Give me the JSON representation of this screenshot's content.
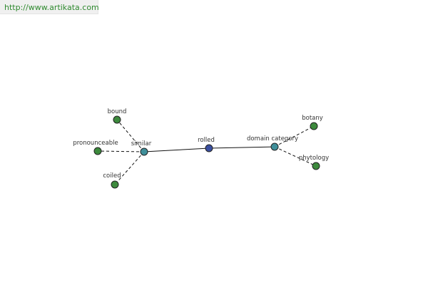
{
  "url": "http://www.artikata.com",
  "colors": {
    "center": "#3a4fa0",
    "hub": "#3f8f9a",
    "leaf": "#3d8a3d"
  },
  "nodes": [
    {
      "id": "rolled",
      "label": "rolled",
      "kind": "center"
    },
    {
      "id": "similar",
      "label": "similar",
      "kind": "hub"
    },
    {
      "id": "domain-category",
      "label": "domain category",
      "kind": "hub"
    },
    {
      "id": "bound",
      "label": "bound",
      "kind": "leaf"
    },
    {
      "id": "pronounceable",
      "label": "pronounceable",
      "kind": "leaf"
    },
    {
      "id": "coiled",
      "label": "coiled",
      "kind": "leaf"
    },
    {
      "id": "botany",
      "label": "botany",
      "kind": "leaf"
    },
    {
      "id": "phytology",
      "label": "phytology",
      "kind": "leaf"
    }
  ],
  "edges": [
    {
      "from": "rolled",
      "to": "similar",
      "style": "solid"
    },
    {
      "from": "rolled",
      "to": "domain-category",
      "style": "solid"
    },
    {
      "from": "similar",
      "to": "bound",
      "style": "dashed"
    },
    {
      "from": "similar",
      "to": "pronounceable",
      "style": "dashed"
    },
    {
      "from": "similar",
      "to": "coiled",
      "style": "dashed"
    },
    {
      "from": "domain-category",
      "to": "botany",
      "style": "dashed"
    },
    {
      "from": "domain-category",
      "to": "phytology",
      "style": "dashed"
    }
  ]
}
